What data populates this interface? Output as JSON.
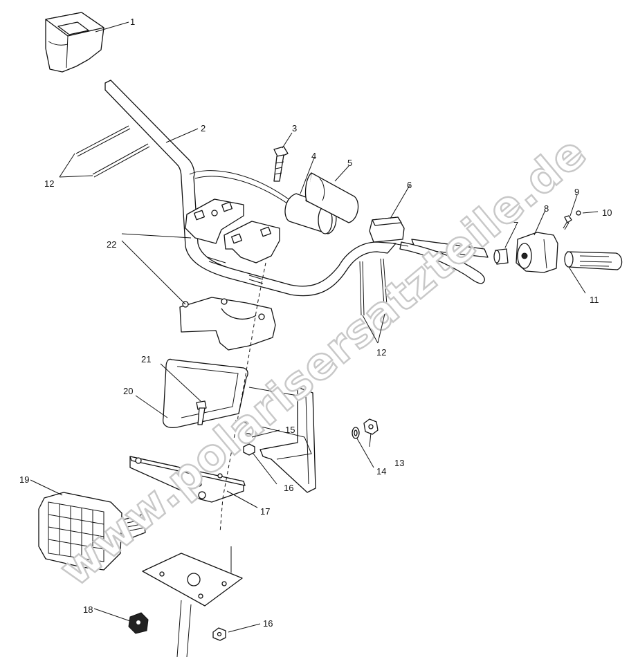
{
  "watermark": "www.polarisersatzteile.de",
  "callouts": {
    "c1": "1",
    "c2": "2",
    "c3": "3",
    "c4": "4",
    "c5": "5",
    "c6": "6",
    "c7": "7",
    "c8": "8",
    "c9": "9",
    "c10": "10",
    "c11": "11",
    "c12a": "12",
    "c12b": "12",
    "c13": "13",
    "c14": "14",
    "c15": "15",
    "c16a": "16",
    "c16b": "16",
    "c17": "17",
    "c18": "18",
    "c19": "19",
    "c20": "20",
    "c21": "21",
    "c22": "22"
  }
}
